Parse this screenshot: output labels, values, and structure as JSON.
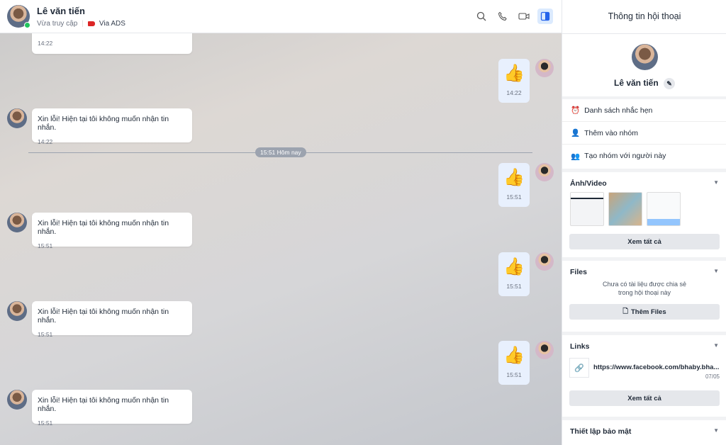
{
  "header": {
    "name": "Lê văn tiến",
    "status": "Vừa truy cập",
    "source": "Via ADS"
  },
  "messages": {
    "top_time": "14:22",
    "outgoing": [
      {
        "emoji": "👍",
        "time": "14:22"
      },
      {
        "emoji": "👍",
        "time": "15:51"
      },
      {
        "emoji": "👍",
        "time": "15:51"
      },
      {
        "emoji": "👍",
        "time": "15:51"
      }
    ],
    "incoming": [
      {
        "text": "Xin lỗi! Hiện tại tôi không muốn nhận tin nhắn.",
        "time": "14:22"
      },
      {
        "text": "Xin lỗi! Hiện tại tôi không muốn nhận tin nhắn.",
        "time": "15:51"
      },
      {
        "text": "Xin lỗi! Hiện tại tôi không muốn nhận tin nhắn.",
        "time": "15:51"
      },
      {
        "text": "Xin lỗi! Hiện tại tôi không muốn nhận tin nhắn.",
        "time": "15:51"
      }
    ],
    "divider": "15:51 Hôm nay"
  },
  "panel": {
    "title": "Thông tin hội thoại",
    "name": "Lê văn tiến",
    "actions": [
      "Danh sách nhắc hẹn",
      "Thêm vào nhóm",
      "Tạo nhóm với người này"
    ],
    "media": {
      "title": "Ảnh/Video",
      "button": "Xem tất cả"
    },
    "files": {
      "title": "Files",
      "empty": "Chưa có tài liệu được chia sẻ trong hội thoại này",
      "button": "Thêm Files"
    },
    "links": {
      "title": "Links",
      "url": "https://www.facebook.com/bhaby.bha...",
      "date": "07/05",
      "button": "Xem tất cả"
    },
    "security": {
      "title": "Thiết lập bảo mật"
    }
  }
}
